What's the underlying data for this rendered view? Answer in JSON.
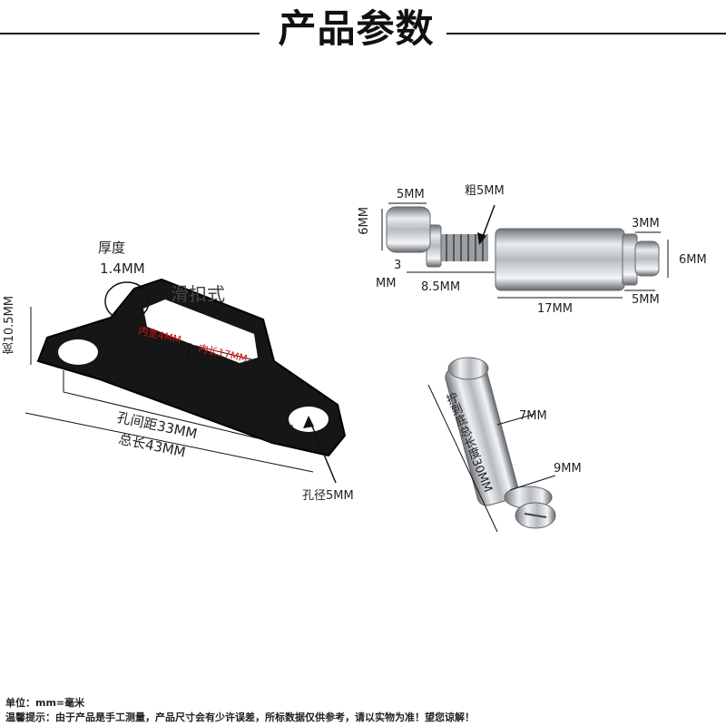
{
  "title": "产品参数",
  "clip": {
    "style_label": "滑扣式",
    "thickness_label": "厚度",
    "thickness_value": "1.4MM",
    "width_label": "宽10.5MM",
    "inner_width_label": "内宽4MM",
    "inner_length_label": "内长17MM",
    "hole_spacing_label": "孔间距33MM",
    "total_length_label": "总长43MM",
    "hole_diameter_label": "孔径5MM"
  },
  "screw": {
    "head_width": "5MM",
    "head_height": "6MM",
    "thread_thickness": "粗5MM",
    "collar_label_a": "3",
    "collar_label_b": "MM",
    "thread_length": "8.5MM"
  },
  "sleeve": {
    "tip_diameter": "3MM",
    "body_diameter": "6MM",
    "tip_length": "5MM",
    "body_length": "17MM"
  },
  "assembly": {
    "total_length_label": "拧到底总长度30MM",
    "body_diameter": "7MM",
    "head_diameter": "9MM"
  },
  "footer": {
    "unit_note": "单位：mm=毫米",
    "disclaimer": "温馨提示：由于产品是手工测量，产品尺寸会有少许误差，所标数据仅供参考，请以实物为准！望您谅解！"
  }
}
